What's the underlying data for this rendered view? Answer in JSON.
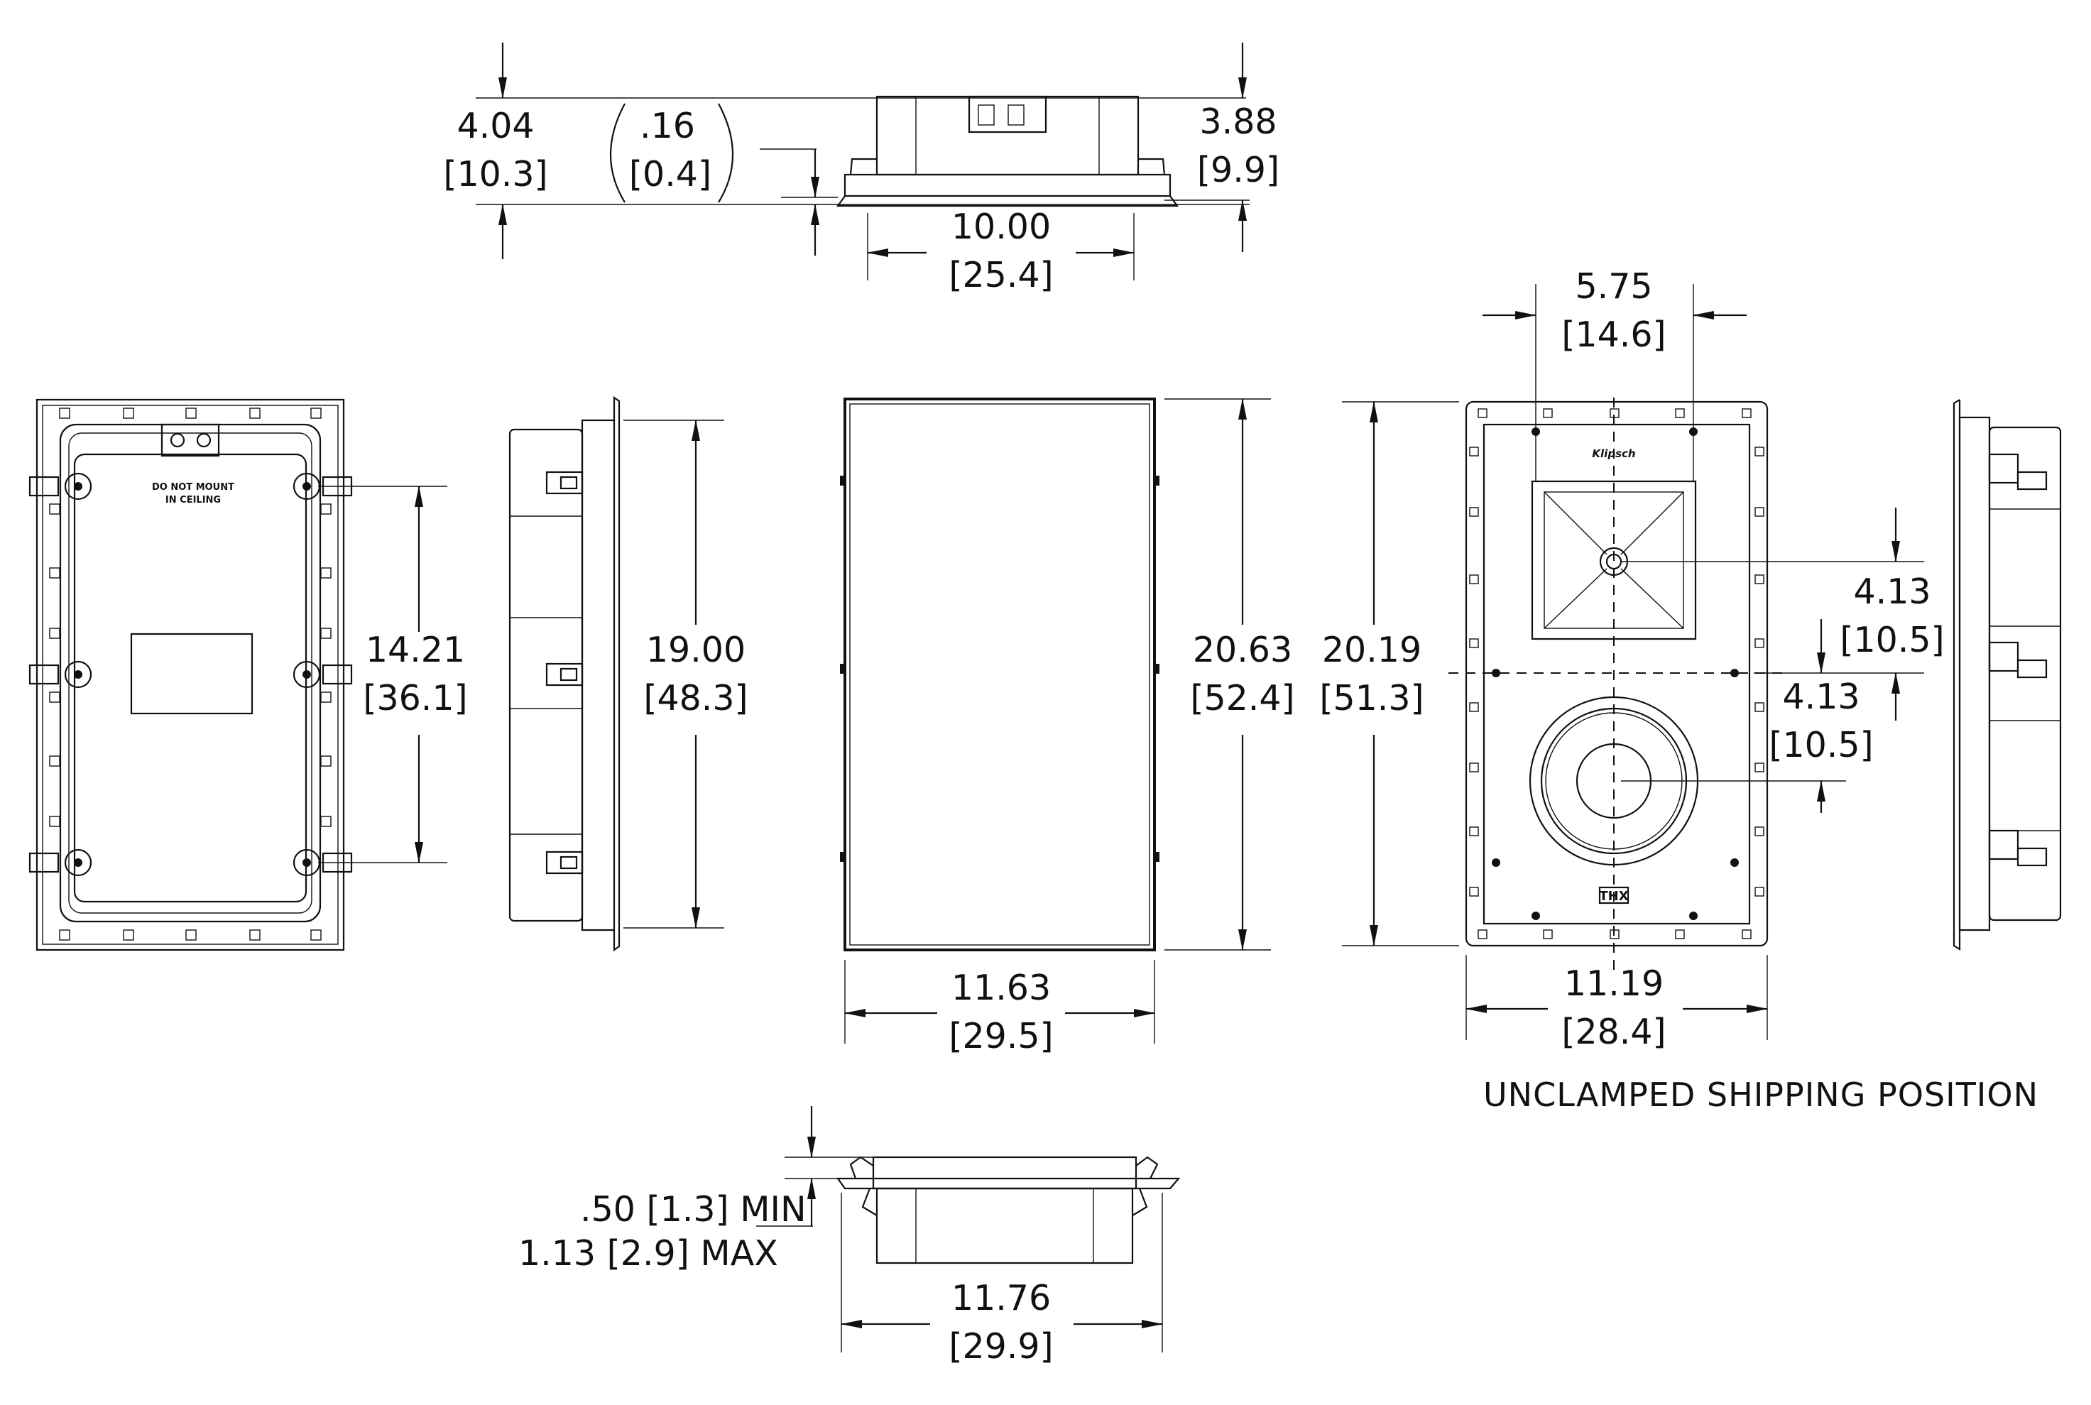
{
  "top_view": {
    "height_left": "4.04",
    "height_left_mm": "[10.3]",
    "flange_paren": ".16",
    "flange_paren_mm": "[0.4]",
    "height_right": "3.88",
    "height_right_mm": "[9.9]",
    "width": "10.00",
    "width_mm": "[25.4]"
  },
  "back_view": {
    "bracket_span": "14.21",
    "bracket_span_mm": "[36.1]",
    "warning_line1": "DO NOT MOUNT",
    "warning_line2": "IN CEILING"
  },
  "side_view": {
    "height": "19.00",
    "height_mm": "[48.3]"
  },
  "grille_view": {
    "height": "20.63",
    "height_mm": "[52.4]",
    "width": "11.63",
    "width_mm": "[29.5]"
  },
  "front_view": {
    "tweeter_width": "5.75",
    "tweeter_width_mm": "[14.6]",
    "height": "20.19",
    "height_mm": "[51.3]",
    "tweeter_offset": "4.13",
    "tweeter_offset_mm": "[10.5]",
    "woofer_offset": "4.13",
    "woofer_offset_mm": "[10.5]",
    "width": "11.19",
    "width_mm": "[28.4]",
    "brand": "Klipsch",
    "caption": "UNCLAMPED SHIPPING POSITION"
  },
  "bottom_view": {
    "clamp_min": ".50 [1.3] MIN",
    "clamp_max": "1.13 [2.9] MAX",
    "width": "11.76",
    "width_mm": "[29.9]"
  }
}
